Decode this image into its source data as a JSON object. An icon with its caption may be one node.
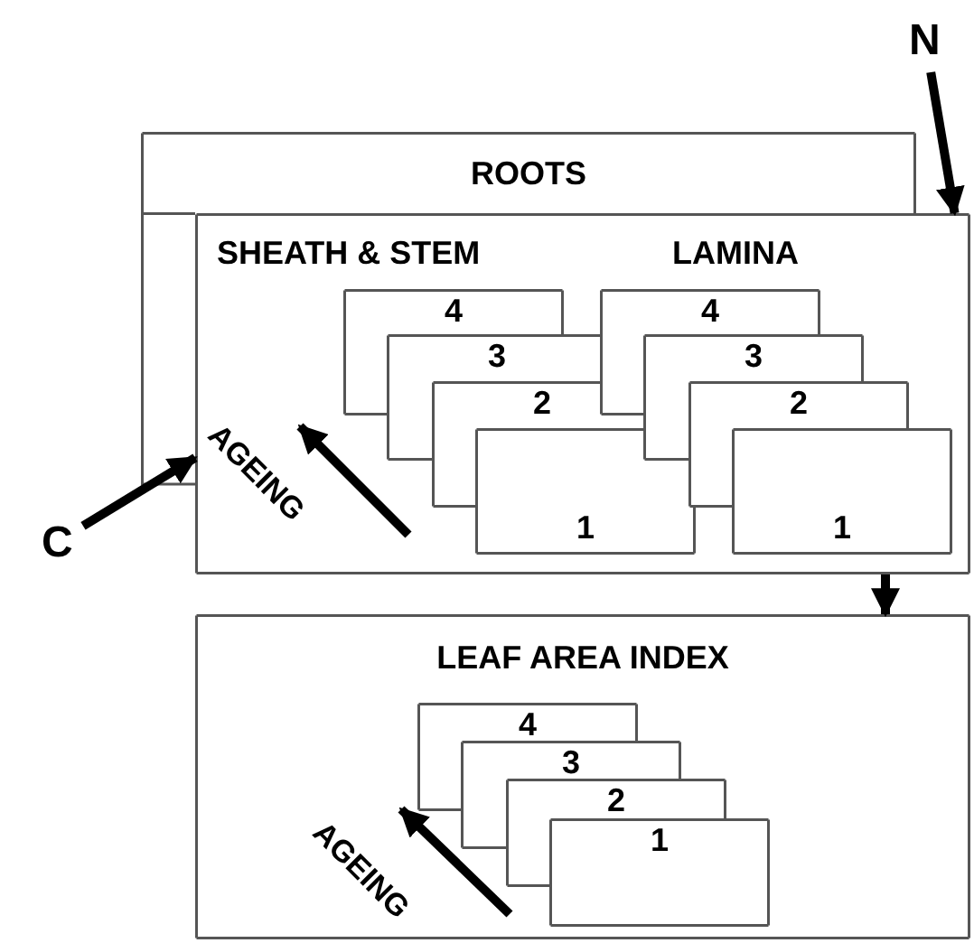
{
  "diagram": {
    "nodes": [
      {
        "text": [
          "N"
        ]
      },
      {
        "text": [
          "ROOTS"
        ]
      },
      {
        "text": [
          "SHEATH & STEM",
          "LAMINA"
        ]
      },
      {
        "text": [
          "4"
        ],
        "in": 2
      },
      {
        "text": [
          "3"
        ],
        "in": 2
      },
      {
        "text": [
          "2"
        ],
        "in": 2
      },
      {
        "text": [
          "1"
        ],
        "in": 2
      },
      {
        "text": [
          "4"
        ],
        "in": 2
      },
      {
        "text": [
          "3"
        ],
        "in": 2
      },
      {
        "text": [
          "2"
        ],
        "in": 2
      },
      {
        "text": [
          "1"
        ],
        "in": 2
      },
      {
        "text": [
          "C"
        ]
      },
      {
        "text": [
          "LEAF AREA INDEX"
        ]
      },
      {
        "text": [
          "4"
        ],
        "in": 12
      },
      {
        "text": [
          "3"
        ],
        "in": 12
      },
      {
        "text": [
          "2"
        ],
        "in": 12
      },
      {
        "text": [
          "1"
        ],
        "in": 12
      }
    ],
    "edges": [
      {
        "from": 0,
        "to": 2,
        "arrow": "to"
      },
      {
        "from": 11,
        "to": 2,
        "arrow": "to"
      },
      {
        "from": 2,
        "to": 12,
        "arrow": "to"
      }
    ],
    "labels": [
      "AGEING",
      "AGEING"
    ]
  }
}
